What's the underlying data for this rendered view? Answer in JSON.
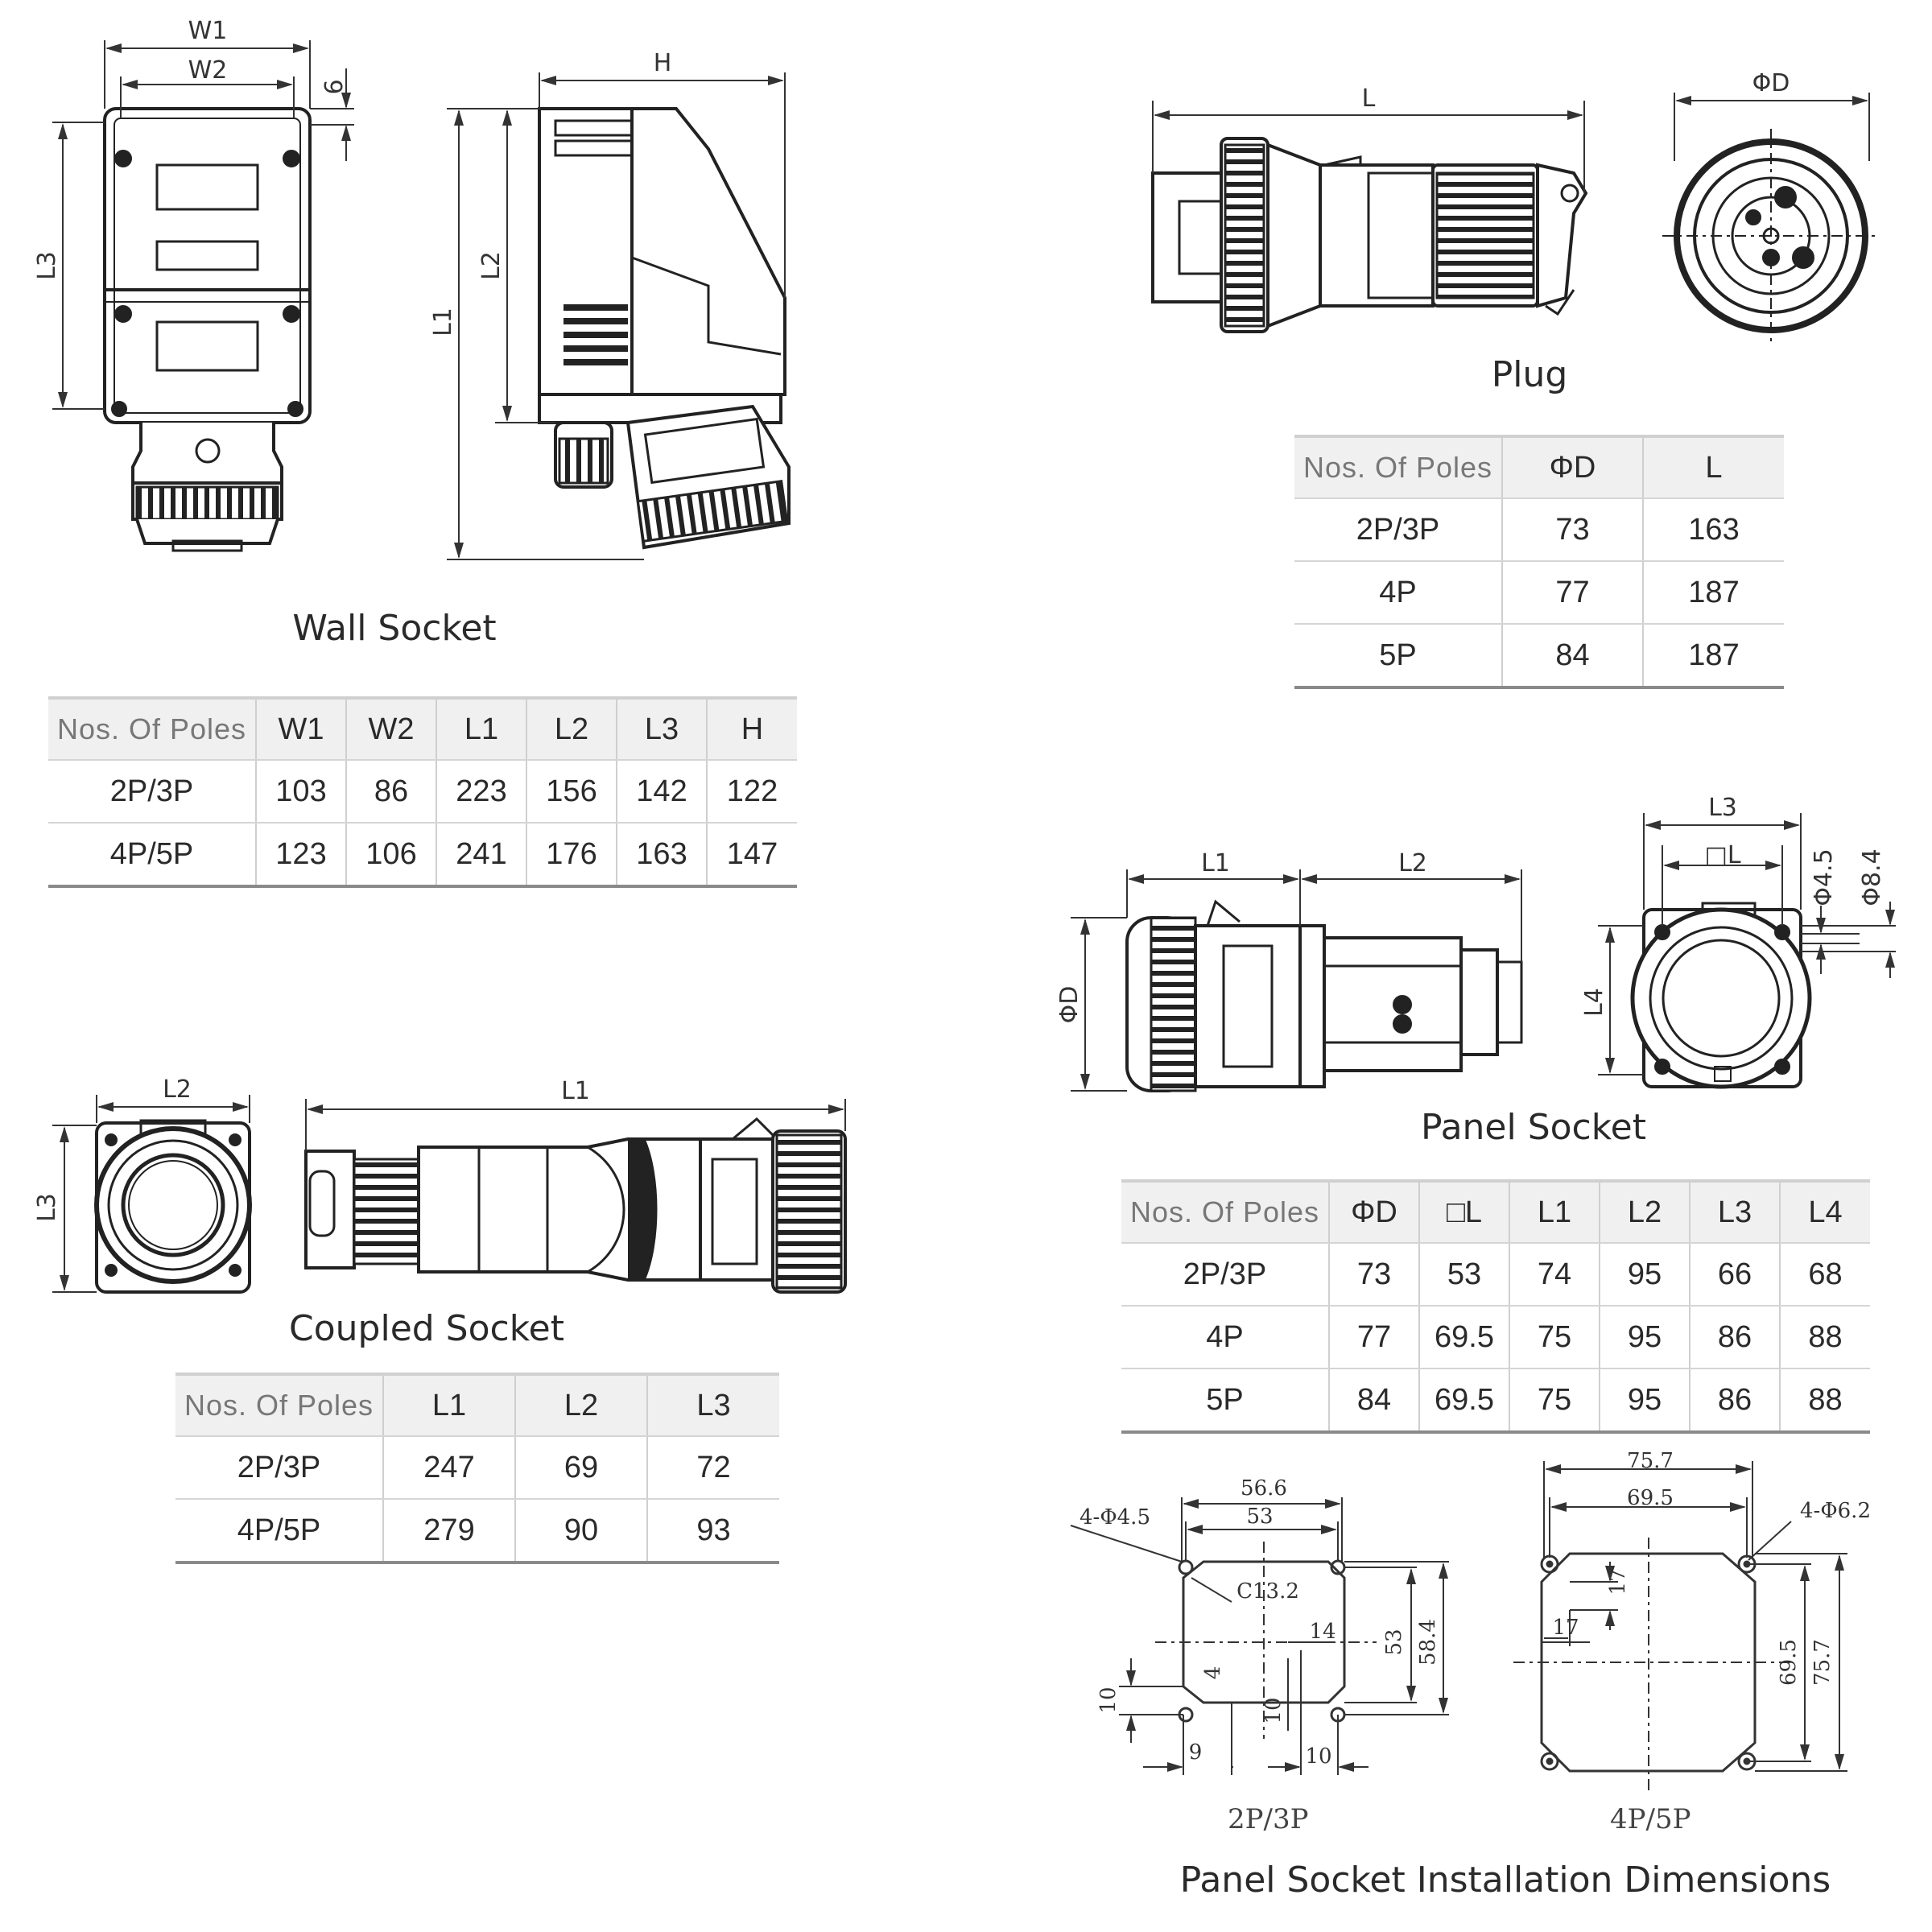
{
  "wall_socket": {
    "title": "Wall Socket",
    "dims": {
      "w1": "W1",
      "w2": "W2",
      "six": "6",
      "l3": "L3",
      "l2": "L2",
      "l1": "L1",
      "h": "H"
    },
    "table": {
      "headers": [
        "Nos. Of Poles",
        "W1",
        "W2",
        "L1",
        "L2",
        "L3",
        "H"
      ],
      "rows": [
        [
          "2P/3P",
          "103",
          "86",
          "223",
          "156",
          "142",
          "122"
        ],
        [
          "4P/5P",
          "123",
          "106",
          "241",
          "176",
          "163",
          "147"
        ]
      ]
    }
  },
  "plug": {
    "title": "Plug",
    "dims": {
      "l": "L",
      "d": "ΦD"
    },
    "table": {
      "headers": [
        "Nos. Of Poles",
        "ΦD",
        "L"
      ],
      "rows": [
        [
          "2P/3P",
          "73",
          "163"
        ],
        [
          "4P",
          "77",
          "187"
        ],
        [
          "5P",
          "84",
          "187"
        ]
      ]
    }
  },
  "coupled_socket": {
    "title": "Coupled Socket",
    "dims": {
      "l2": "L2",
      "l3": "L3",
      "l1": "L1"
    },
    "table": {
      "headers": [
        "Nos. Of Poles",
        "L1",
        "L2",
        "L3"
      ],
      "rows": [
        [
          "2P/3P",
          "247",
          "69",
          "72"
        ],
        [
          "4P/5P",
          "279",
          "90",
          "93"
        ]
      ]
    }
  },
  "panel_socket": {
    "title": "Panel Socket",
    "dims": {
      "l1": "L1",
      "l2": "L2",
      "d": "ΦD",
      "l3": "L3",
      "sq": "□L",
      "d45": "Φ4.5",
      "d84": "Φ8.4",
      "l4": "L4"
    },
    "table": {
      "headers": [
        "Nos. Of Poles",
        "ΦD",
        "□L",
        "L1",
        "L2",
        "L3",
        "L4"
      ],
      "rows": [
        [
          "2P/3P",
          "73",
          "53",
          "74",
          "95",
          "66",
          "68"
        ],
        [
          "4P",
          "77",
          "69.5",
          "75",
          "95",
          "86",
          "88"
        ],
        [
          "5P",
          "84",
          "69.5",
          "75",
          "95",
          "86",
          "88"
        ]
      ]
    }
  },
  "installation": {
    "title": "Panel Socket Installation Dimensions",
    "small": {
      "caption": "2P/3P",
      "dims": {
        "w_outer": "56.6",
        "w_inner": "53",
        "holes": "4-Φ4.5",
        "chamfer": "C13.2",
        "d14": "14",
        "h53": "53",
        "h58": "58.4",
        "d4": "4",
        "d10a": "10",
        "d10b": "10",
        "d10c": "10",
        "d9": "9"
      }
    },
    "large": {
      "caption": "4P/5P",
      "dims": {
        "w_outer": "75.7",
        "w_inner": "69.5",
        "holes": "4-Φ6.2",
        "d17a": "17",
        "d17b": "17",
        "h695": "69.5",
        "h757": "75.7"
      }
    }
  }
}
